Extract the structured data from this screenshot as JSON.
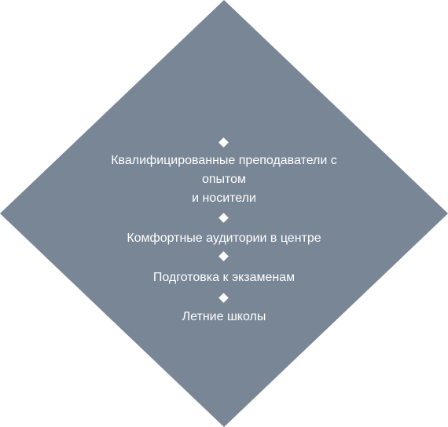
{
  "colors": {
    "diamond": "#788696",
    "text": "#ffffff",
    "background": "#ffffff"
  },
  "bullet_icon": "diamond-bullet",
  "items": [
    {
      "label": "Квалифицированные преподаватели с\nопытом\nи носители"
    },
    {
      "label": "Комфортные аудитории в центре"
    },
    {
      "label": "Подготовка к экзаменам"
    },
    {
      "label": "Летние школы"
    }
  ]
}
